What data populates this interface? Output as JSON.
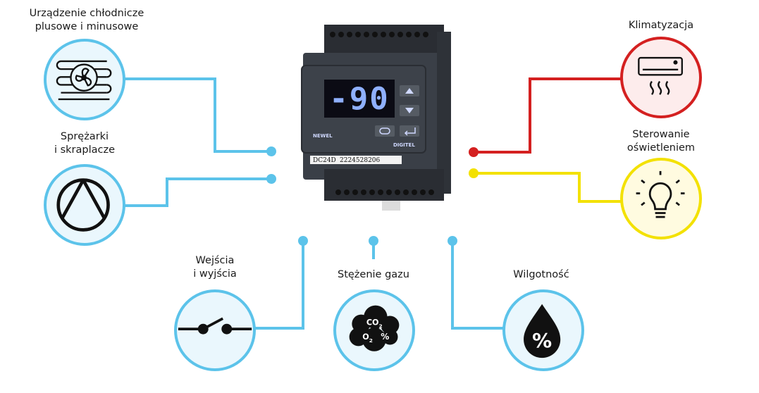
{
  "features": {
    "refrigeration": {
      "label_line1": "Urządzenie chłodnicze",
      "label_line2": "plusowe i minusowe",
      "icon": "fan-coil-icon"
    },
    "compressors": {
      "label_line1": "Sprężarki",
      "label_line2": "i skraplacze",
      "icon": "compressor-icon"
    },
    "io": {
      "label_line1": "Wejścia",
      "label_line2": "i wyjścia",
      "icon": "switch-icon"
    },
    "gas": {
      "label_line1": "Stężenie gazu",
      "icon": "gas-cloud-icon",
      "co2": "CO",
      "co2_sub": "2",
      "o2": "O",
      "o2_sub": "2",
      "percent": "%"
    },
    "humidity": {
      "label_line1": "Wilgotność",
      "icon": "humidity-drop-icon",
      "percent": "%"
    },
    "air_conditioning": {
      "label_line1": "Klimatyzacja",
      "icon": "air-conditioner-icon"
    },
    "lighting": {
      "label_line1": "Sterowanie",
      "label_line2": "oświetleniem",
      "icon": "light-bulb-icon"
    }
  },
  "device": {
    "display_value": "-90",
    "brand_left": "NEWEL",
    "brand_right": "DIGITEL",
    "plate_model": "DC24D",
    "plate_serial": "2224528206"
  },
  "colors": {
    "blue": "#5cc3ea",
    "red": "#d42020",
    "yellow": "#f3e100",
    "device_body": "#3a3f47",
    "display_text": "#8fb0ff"
  }
}
